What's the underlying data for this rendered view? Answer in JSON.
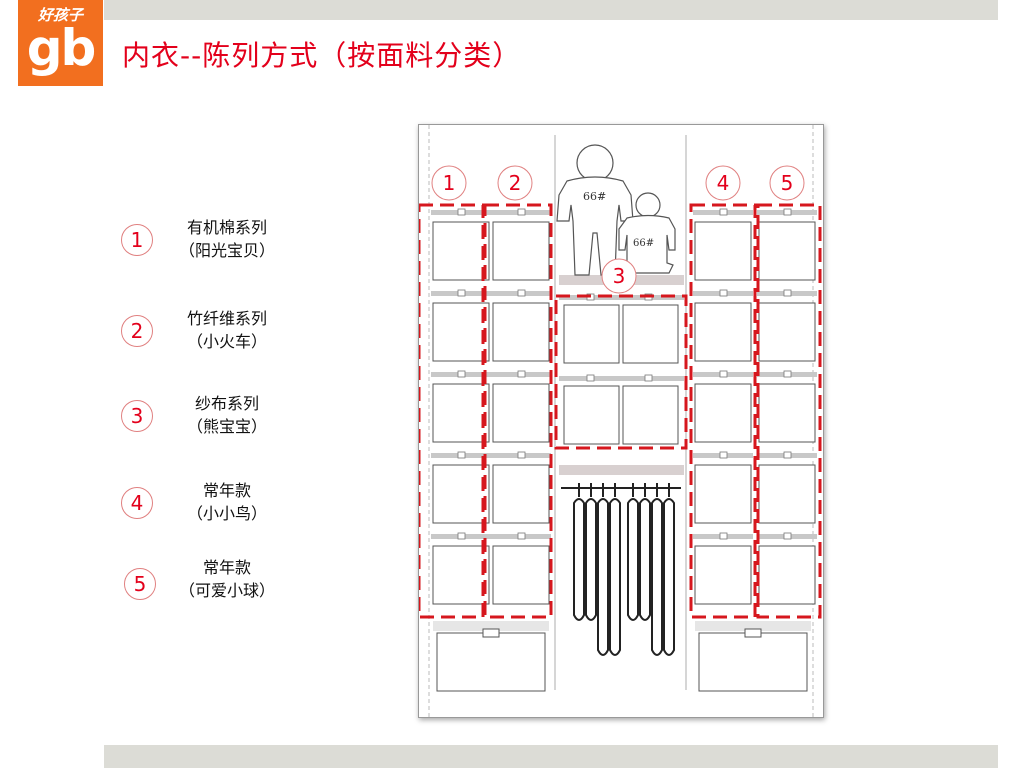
{
  "brand": {
    "logo_small": "好孩子",
    "logo_big": "gb",
    "color": "#f26f1f"
  },
  "slide": {
    "title": "内衣--陈列方式（按面料分类）",
    "accent": "#e3001b"
  },
  "legend": [
    {
      "num": "1",
      "line1": "有机棉系列",
      "line2": "（阳光宝贝）"
    },
    {
      "num": "2",
      "line1": "竹纤维系列",
      "line2": "（小火车）"
    },
    {
      "num": "3",
      "line1": "纱布系列",
      "line2": "（熊宝宝）"
    },
    {
      "num": "4",
      "line1": "常年款",
      "line2": "（小小鸟）"
    },
    {
      "num": "5",
      "line1": "常年款",
      "line2": "（可爱小球）"
    }
  ],
  "diagram": {
    "zone_labels": [
      "1",
      "2",
      "3",
      "4",
      "5"
    ],
    "mannequin_tag": "66#"
  }
}
